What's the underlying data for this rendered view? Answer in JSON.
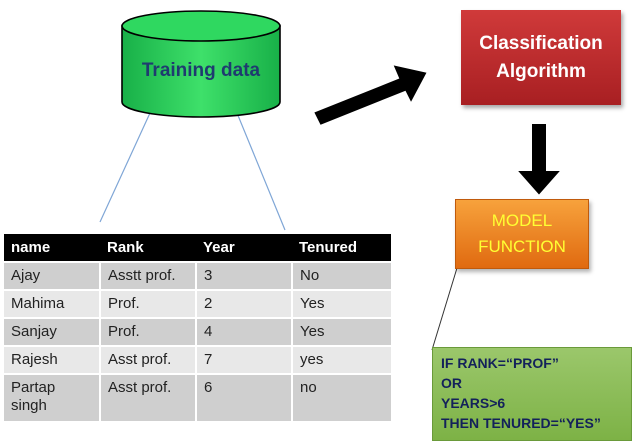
{
  "training": {
    "label": "Training data"
  },
  "classifier": {
    "line1": "Classification",
    "line2": "Algorithm"
  },
  "model": {
    "line1": "MODEL",
    "line2": "FUNCTION"
  },
  "table": {
    "headers": [
      "name",
      "Rank",
      "Year",
      "Tenured"
    ],
    "rows": [
      [
        "Ajay",
        "Asstt prof.",
        "3",
        "No"
      ],
      [
        "Mahima",
        "Prof.",
        "2",
        "Yes"
      ],
      [
        "Sanjay",
        "Prof.",
        "4",
        "Yes"
      ],
      [
        "Rajesh",
        "Asst prof.",
        "7",
        "yes"
      ],
      [
        "Partap\nsingh",
        "Asst prof.",
        "6",
        "no"
      ]
    ]
  },
  "rule": {
    "lines": [
      "IF RANK=“PROF”",
      "OR",
      "YEARS>6",
      "THEN TENURED=“YES”"
    ]
  },
  "colors": {
    "cylinder": "#22cc55",
    "classifier": "#c0292c",
    "model": "#f08a24",
    "rule": "#8fbf5a",
    "arrow": "#000000"
  }
}
